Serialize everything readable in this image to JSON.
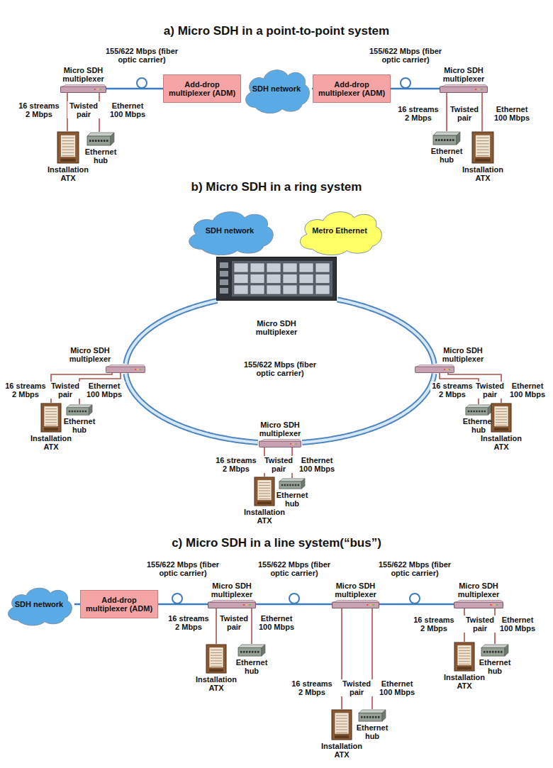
{
  "diagram": {
    "nodes": [
      {
        "text": [
          "Micro SDH multiplexer"
        ]
      },
      {
        "text": [
          "Installation ATX"
        ]
      },
      {
        "text": [
          "Ethernet hub"
        ]
      },
      {
        "text": [
          "Add-drop multiplexer (ADM)"
        ]
      },
      {
        "text": [
          "SDH network"
        ]
      },
      {
        "text": [
          "Add-drop multiplexer (ADM)"
        ]
      },
      {
        "text": [
          "Micro SDH multiplexer"
        ]
      },
      {
        "text": [
          "Ethernet hub"
        ]
      },
      {
        "text": [
          "Installation ATX"
        ]
      },
      {
        "text": [
          "SDH network"
        ]
      },
      {
        "text": [
          "Metro Ethernet"
        ]
      },
      {
        "text": [
          "Micro SDH multiplexer"
        ]
      },
      {
        "text": [
          "Micro SDH multiplexer"
        ]
      },
      {
        "text": [
          "Installation ATX"
        ]
      },
      {
        "text": [
          "Ethernet hub"
        ]
      },
      {
        "text": [
          "Micro SDH multiplexer"
        ]
      },
      {
        "text": [
          "Ethernet hub"
        ]
      },
      {
        "text": [
          "Installation ATX"
        ]
      },
      {
        "text": [
          "Micro SDH multiplexer"
        ]
      },
      {
        "text": [
          "Installation ATX"
        ]
      },
      {
        "text": [
          "Ethernet hub"
        ]
      },
      {
        "text": [
          "SDH network"
        ]
      },
      {
        "text": [
          "Add-drop multiplexer (ADM)"
        ]
      },
      {
        "text": [
          "Micro SDH multiplexer"
        ]
      },
      {
        "text": [
          "Installation ATX"
        ]
      },
      {
        "text": [
          "Ethernet hub"
        ]
      },
      {
        "text": [
          "Micro SDH multiplexer"
        ]
      },
      {
        "text": [
          "Installation ATX"
        ]
      },
      {
        "text": [
          "Ethernet hub"
        ]
      },
      {
        "text": [
          "Micro SDH multiplexer"
        ]
      },
      {
        "text": [
          "Installation ATX"
        ]
      },
      {
        "text": [
          "Ethernet hub"
        ]
      }
    ],
    "edges": [
      {
        "from": 0,
        "to": 3,
        "arrow": "none",
        "label": "155/622 Mbps (fiber optic carrier)"
      },
      {
        "from": 3,
        "to": 4,
        "arrow": "none"
      },
      {
        "from": 4,
        "to": 5,
        "arrow": "none"
      },
      {
        "from": 5,
        "to": 6,
        "arrow": "none",
        "label": "155/622 Mbps (fiber optic carrier)"
      },
      {
        "from": 0,
        "to": 1,
        "arrow": "none",
        "label": "16 streams 2 Mbps"
      },
      {
        "from": 0,
        "to": 2,
        "arrow": "none",
        "label": "Ethernet 100 Mbps"
      },
      {
        "from": 6,
        "to": 8,
        "arrow": "none",
        "label": "16 streams 2 Mbps"
      },
      {
        "from": 6,
        "to": 7,
        "arrow": "none",
        "label": "Ethernet 100 Mbps"
      },
      {
        "from": 11,
        "to": 12,
        "arrow": "none"
      },
      {
        "from": 12,
        "to": 18,
        "arrow": "none"
      },
      {
        "from": 18,
        "to": 15,
        "arrow": "none"
      },
      {
        "from": 15,
        "to": 11,
        "arrow": "none"
      },
      {
        "from": 12,
        "to": 13,
        "arrow": "none",
        "label": "16 streams 2 Mbps"
      },
      {
        "from": 12,
        "to": 14,
        "arrow": "none",
        "label": "Ethernet 100 Mbps"
      },
      {
        "from": 15,
        "to": 17,
        "arrow": "none",
        "label": "16 streams 2 Mbps"
      },
      {
        "from": 15,
        "to": 16,
        "arrow": "none",
        "label": "Ethernet 100 Mbps"
      },
      {
        "from": 18,
        "to": 19,
        "arrow": "none",
        "label": "16 streams 2 Mbps"
      },
      {
        "from": 18,
        "to": 20,
        "arrow": "none",
        "label": "Ethernet 100 Mbps"
      },
      {
        "from": 21,
        "to": 22,
        "arrow": "none"
      },
      {
        "from": 22,
        "to": 23,
        "arrow": "none",
        "label": "155/622 Mbps (fiber optic carrier)"
      },
      {
        "from": 23,
        "to": 26,
        "arrow": "none",
        "label": "155/622 Mbps (fiber optic carrier)"
      },
      {
        "from": 26,
        "to": 29,
        "arrow": "none",
        "label": "155/622 Mbps (fiber optic carrier)"
      },
      {
        "from": 23,
        "to": 24,
        "arrow": "none",
        "label": "16 streams 2 Mbps"
      },
      {
        "from": 23,
        "to": 25,
        "arrow": "none",
        "label": "Ethernet 100 Mbps"
      },
      {
        "from": 26,
        "to": 27,
        "arrow": "none",
        "label": "16 streams 2 Mbps"
      },
      {
        "from": 26,
        "to": 28,
        "arrow": "none",
        "label": "Ethernet 100 Mbps"
      },
      {
        "from": 29,
        "to": 30,
        "arrow": "none",
        "label": "16 streams 2 Mbps"
      },
      {
        "from": 29,
        "to": 31,
        "arrow": "none",
        "label": "Ethernet 100 Mbps"
      }
    ],
    "labels": [
      "a) Micro SDH in a point-to-point system",
      "Twisted pair",
      "Twisted pair",
      "b) Micro SDH in a ring system",
      "155/622 Mbps (fiber optic carrier)",
      "Twisted pair",
      "Twisted pair",
      "Twisted pair",
      "c) Micro SDH in a line system(“bus”)",
      "Twisted pair",
      "Twisted pair",
      "Twisted pair"
    ]
  }
}
